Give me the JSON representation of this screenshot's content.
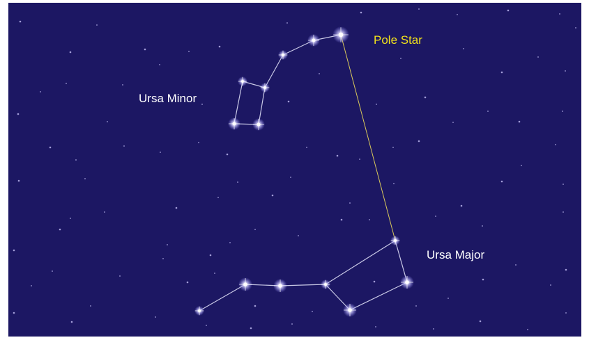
{
  "labels": {
    "ursa_minor": "Ursa Minor",
    "pole_star": "Pole Star",
    "ursa_major": "Ursa Major"
  },
  "colors": {
    "sky": "#1c1763",
    "constellation_line": "#c9c9e6",
    "pointer_line": "#d9c95a",
    "pole_label": "#f2e21a",
    "label": "#ffffff",
    "star_core": "#ffffff",
    "star_glow": "#b7b2ff"
  }
}
